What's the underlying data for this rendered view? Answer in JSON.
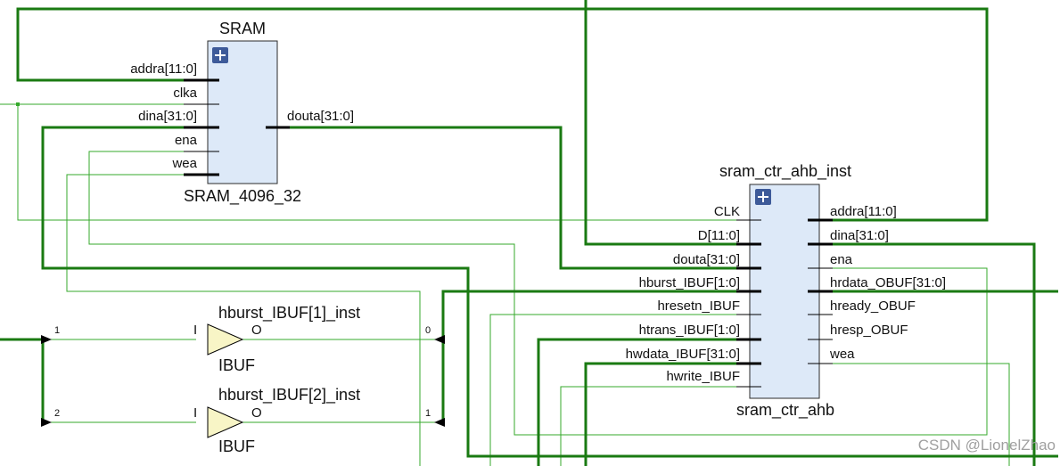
{
  "sram": {
    "title": "SRAM",
    "cell": "SRAM_4096_32",
    "in_pins": [
      "addra[11:0]",
      "clka",
      "dina[31:0]",
      "ena",
      "wea"
    ],
    "out_pins": [
      "douta[31:0]"
    ]
  },
  "ctrl": {
    "title": "sram_ctr_ahb_inst",
    "cell": "sram_ctr_ahb",
    "in_pins": [
      "CLK",
      "D[11:0]",
      "douta[31:0]",
      "hburst_IBUF[1:0]",
      "hresetn_IBUF",
      "htrans_IBUF[1:0]",
      "hwdata_IBUF[31:0]",
      "hwrite_IBUF"
    ],
    "out_pins": [
      "addra[11:0]",
      "dina[31:0]",
      "ena",
      "hrdata_OBUF[31:0]",
      "hready_OBUF",
      "hresp_OBUF",
      "wea"
    ]
  },
  "buffers": [
    {
      "title": "hburst_IBUF[1]_inst",
      "cell": "IBUF",
      "in_pin": "I",
      "out_pin": "O"
    },
    {
      "title": "hburst_IBUF[2]_inst",
      "cell": "IBUF",
      "in_pin": "I",
      "out_pin": "O"
    }
  ],
  "rippers": {
    "in_bits": [
      "1",
      "2"
    ],
    "out_bits": [
      "0",
      "1"
    ]
  },
  "colors": {
    "bus": "#1a7a12",
    "net": "#35a92b",
    "block_fill": "#dde9f8",
    "buffer_fill": "#f8f5c6",
    "expand_button": "#3d5a99"
  },
  "icons": {
    "expand": "plus-square-icon",
    "buffer": "triangle-buffer-icon",
    "ripper": "arrow-ripper-icon"
  },
  "watermark": "CSDN @LionelZhao"
}
